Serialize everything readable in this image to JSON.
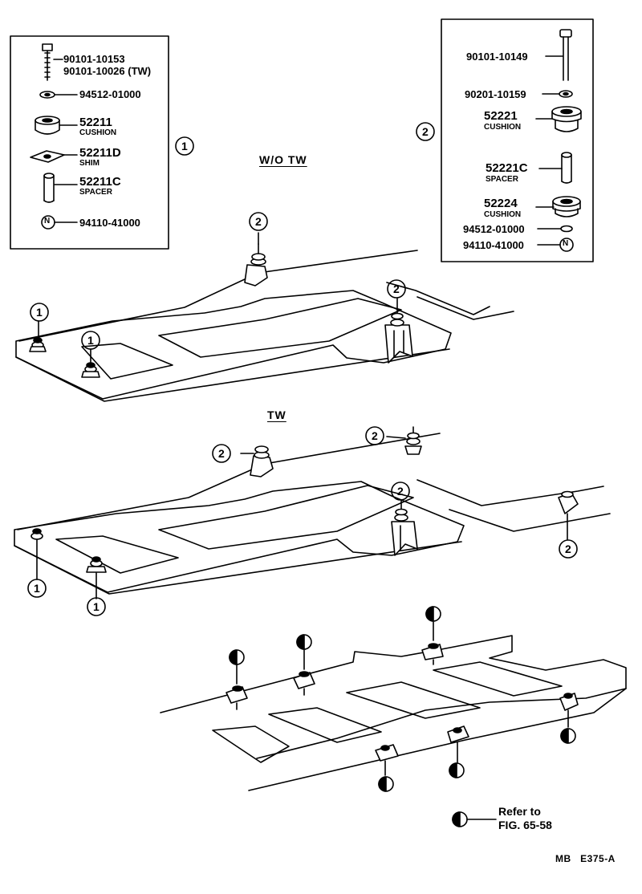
{
  "legend_box_1": {
    "callout": "1",
    "parts": [
      {
        "number": "90101-10153",
        "description": ""
      },
      {
        "number": "90101-10026 (TW)",
        "description": ""
      },
      {
        "number": "94512-01000",
        "description": ""
      },
      {
        "number": "52211",
        "description": "CUSHION"
      },
      {
        "number": "52211D",
        "description": "SHIM"
      },
      {
        "number": "52211C",
        "description": "SPACER"
      },
      {
        "number": "94110-41000",
        "description": ""
      }
    ],
    "nut_symbol": "N"
  },
  "legend_box_2": {
    "callout": "2",
    "parts": [
      {
        "number": "90101-10149",
        "description": ""
      },
      {
        "number": "90201-10159",
        "description": ""
      },
      {
        "number": "52221",
        "description": "CUSHION"
      },
      {
        "number": "52221C",
        "description": "SPACER"
      },
      {
        "number": "52224",
        "description": "CUSHION"
      },
      {
        "number": "94512-01000",
        "description": ""
      },
      {
        "number": "94110-41000",
        "description": ""
      }
    ],
    "nut_symbol": "N"
  },
  "sections": {
    "wo_tw": "W/O TW",
    "tw": "TW"
  },
  "callouts": {
    "one": "1",
    "two": "2"
  },
  "reference": {
    "line1": "Refer to",
    "line2": "FIG. 65-58"
  },
  "footer_code": "MB   E375-A",
  "colors": {
    "ink": "#000000",
    "paper": "#ffffff"
  }
}
